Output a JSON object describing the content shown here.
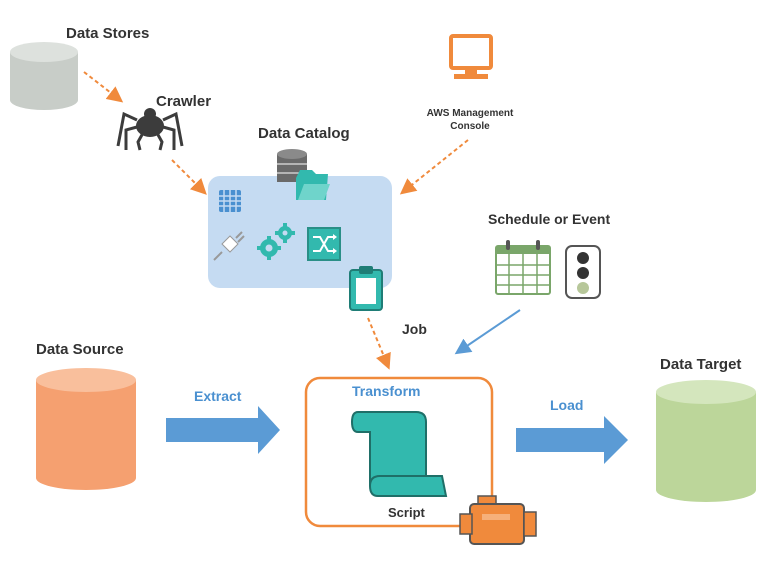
{
  "labels": {
    "data_stores": "Data Stores",
    "crawler": "Crawler",
    "data_catalog": "Data Catalog",
    "aws_console_line1": "AWS Management",
    "aws_console_line2": "Console",
    "schedule_or_event": "Schedule or Event",
    "job": "Job",
    "data_source": "Data Source",
    "extract": "Extract",
    "transform": "Transform",
    "script": "Script",
    "load": "Load",
    "data_target": "Data Target"
  },
  "colors": {
    "data_stores_cylinder": "#c8cdc8",
    "data_source_cylinder": "#f5a070",
    "data_target_cylinder": "#bcd69a",
    "catalog_box": "#c5dbf2",
    "teal": "#32b9ae",
    "orange": "#f08a3c",
    "arrow_blue": "#5b9bd5",
    "text_blue": "#4a90d0",
    "text_dark": "#333333"
  }
}
